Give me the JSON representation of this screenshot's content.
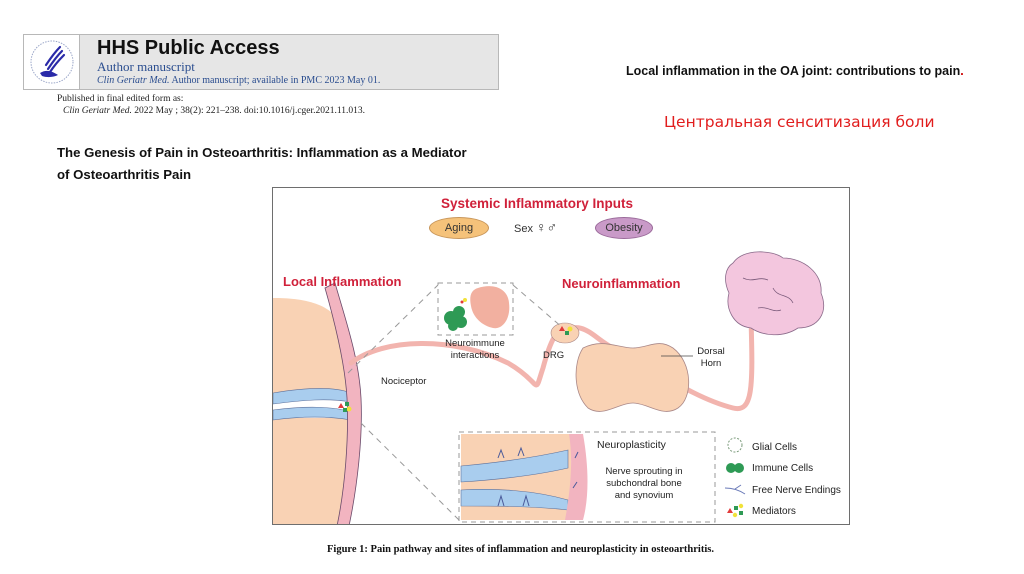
{
  "header": {
    "logo_icon": "hhs-eagle-seal-icon",
    "title": "HHS Public Access",
    "subtitle": "Author manuscript",
    "journal_italic": "Clin Geriatr Med.",
    "availability": "Author manuscript; available in PMC 2023 May 01."
  },
  "publication": {
    "line1": "Published in final edited form as:",
    "journal_italic": "Clin Geriatr Med.",
    "citation": "2022 May ; 38(2): 221–238. doi:10.1016/j.cger.2021.11.013."
  },
  "article_title": "The Genesis of Pain in Osteoarthritis: Inflammation as a Mediator of Osteoarthritis Pain",
  "slide": {
    "title": "Local inflammation in the OA joint: contributions to pain",
    "title_period": ".",
    "subtitle_ru": "Центральная сенситизация боли"
  },
  "figure": {
    "systemic_heading": "Systemic Inflammatory Inputs",
    "aging": "Aging",
    "sex": "Sex",
    "sex_symbols": "♀♂",
    "obesity": "Obesity",
    "local_inflammation": "Local Inflammation",
    "neuroinflammation": "Neuroinflammation",
    "neuroimmune_line1": "Neuroimmune",
    "neuroimmune_line2": "interactions",
    "drg": "DRG",
    "nociceptor": "Nociceptor",
    "dorsal_line1": "Dorsal",
    "dorsal_line2": "Horn",
    "neuroplasticity": "Neuroplasticity",
    "sprouting_line1": "Nerve sprouting in",
    "sprouting_line2": "subchondral bone",
    "sprouting_line3": "and synovium",
    "legend": [
      {
        "icon": "glial-cell-icon",
        "label": "Glial Cells"
      },
      {
        "icon": "immune-cell-icon",
        "label": "Immune Cells"
      },
      {
        "icon": "free-nerve-ending-icon",
        "label": "Free Nerve Endings"
      },
      {
        "icon": "mediators-icon",
        "label": "Mediators"
      }
    ],
    "colors": {
      "heading_red": "#d0213a",
      "aging_fill": "#f5c27a",
      "obesity_fill": "#c99ac8",
      "tissue_peach": "#f9d2b4",
      "nerve_pink": "#f2b4ae",
      "brain_pink": "#f3c6de",
      "immune_green": "#2e9a55",
      "cartilage_blue": "#a9cdee"
    }
  },
  "caption": "Figure 1: Pain pathway and sites of inflammation and neuroplasticity in osteoarthritis."
}
